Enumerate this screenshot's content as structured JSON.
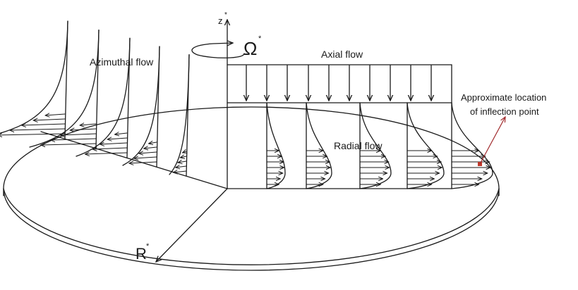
{
  "figure": {
    "labels": {
      "axis_z": "z",
      "axis_z_sup": "*",
      "omega": "Ω",
      "omega_sup": "*",
      "radius": "R",
      "radius_sup": "*",
      "axial_flow": "Axial flow",
      "azimuthal_flow": "Azimuthal flow",
      "radial_flow": "Radial flow",
      "inflection_line1": "Approximate location",
      "inflection_line2": "of inflection point"
    },
    "colors": {
      "line": "#1a1a1a",
      "marker": "#c0392b",
      "leader": "#a0282a"
    }
  }
}
